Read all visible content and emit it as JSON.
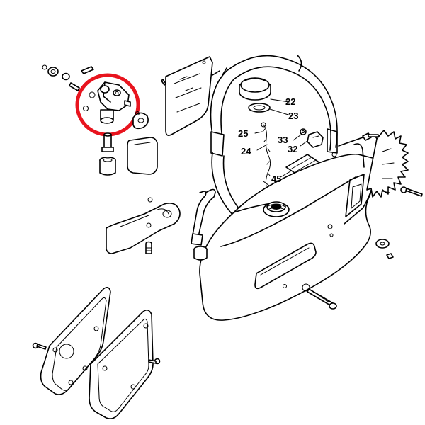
{
  "callouts": [
    "22",
    "23",
    "25",
    "33",
    "24",
    "32",
    "45"
  ],
  "highlight": {
    "color": "#e8141e",
    "target": "fuel-valve-assembly"
  },
  "colors": {
    "line": "#000000",
    "background": "#ffffff"
  }
}
